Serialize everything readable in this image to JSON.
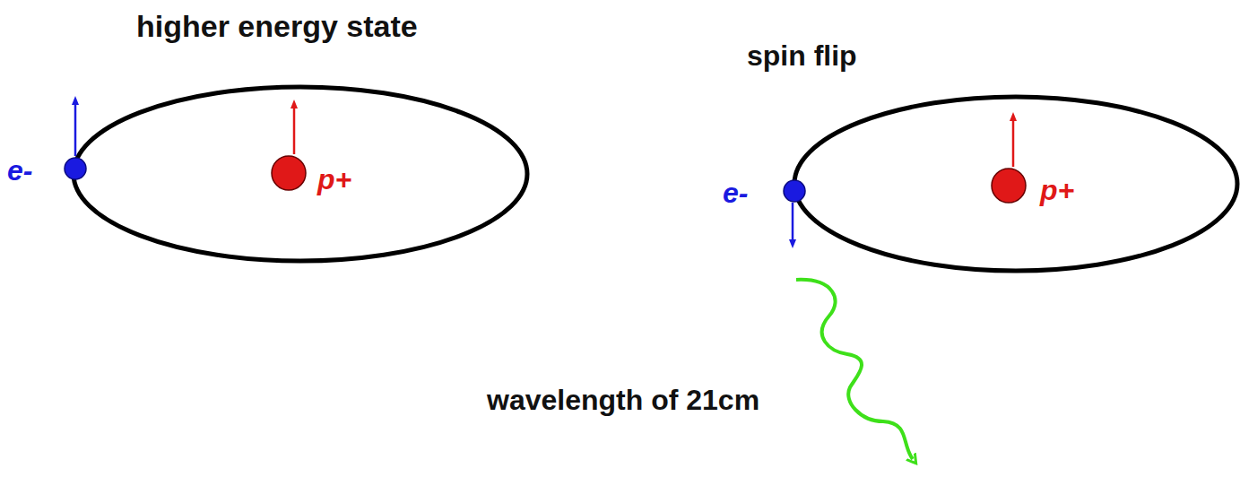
{
  "diagram": {
    "labels": [
      "higher energy state",
      "e-",
      "p+",
      "spin flip",
      "e-",
      "p+",
      "wavelength of 21cm"
    ]
  }
}
